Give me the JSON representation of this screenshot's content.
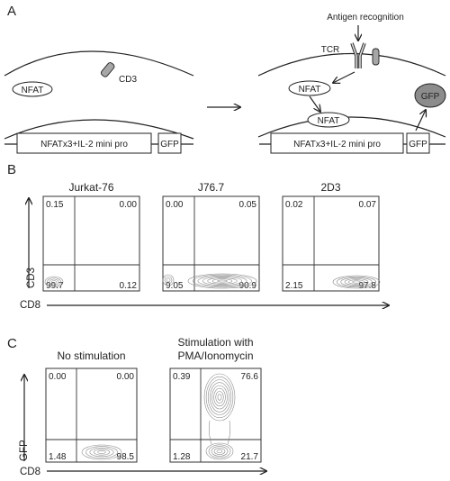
{
  "panelA": {
    "letter": "A",
    "left": {
      "nfat": "NFAT",
      "cd3": "CD3",
      "construct": "NFATx3+IL-2 mini pro",
      "gfp": "GFP"
    },
    "right": {
      "antigen": "Antigen recognition",
      "tcr": "TCR",
      "nfat_cyto": "NFAT",
      "nfat_nuc": "NFAT",
      "construct": "NFATx3+IL-2 mini pro",
      "gfp_box": "GFP",
      "gfp_product": "GFP"
    }
  },
  "panelB": {
    "letter": "B",
    "y_label": "CD3",
    "x_label": "CD8",
    "plots": [
      {
        "title": "Jurkat-76",
        "quadrants": {
          "ul": "0.15",
          "ur": "0.00",
          "ll": "99.7",
          "lr": "0.12"
        }
      },
      {
        "title": "J76.7",
        "quadrants": {
          "ul": "0.00",
          "ur": "0.05",
          "ll": "9.05",
          "lr": "90.9"
        }
      },
      {
        "title": "2D3",
        "quadrants": {
          "ul": "0.02",
          "ur": "0.07",
          "ll": "2.15",
          "lr": "97.8"
        }
      }
    ]
  },
  "panelC": {
    "letter": "C",
    "y_label": "GFP",
    "x_label": "CD8",
    "plots": [
      {
        "title_line1": "No stimulation",
        "title_line2": "",
        "quadrants": {
          "ul": "0.00",
          "ur": "0.00",
          "ll": "1.48",
          "lr": "98.5"
        }
      },
      {
        "title_line1": "Stimulation with",
        "title_line2": "PMA/Ionomycin",
        "quadrants": {
          "ul": "0.39",
          "ur": "76.6",
          "ll": "1.28",
          "lr": "21.7"
        }
      }
    ]
  },
  "colors": {
    "line": "#222222",
    "contour": "#8a8a8a",
    "gfp_fill": "#8c8c8c",
    "cd3_fill": "#a6a6a6"
  }
}
